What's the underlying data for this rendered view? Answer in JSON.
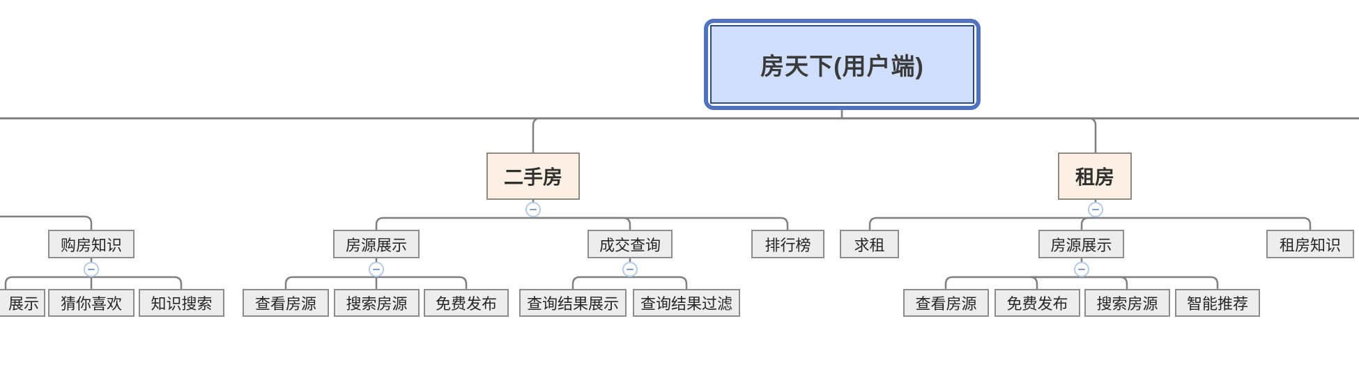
{
  "colors": {
    "root_fill": "#cfdefa",
    "root_border_outer": "#4f74bd",
    "root_border_inner": "#2d4b7c",
    "branch_fill": "#fdf1e6",
    "branch_border": "#8f8a7d",
    "node_fill": "#ededed",
    "node_border": "#8c8c8c",
    "connector_line": "#7f7f7f",
    "collapse_ring": "#b5c9e8",
    "collapse_glyph": "#7d9ecf"
  },
  "tree": {
    "root": "房天下(用户端)",
    "left_offscreen_branch": {
      "goufang_zhishi": "购房知识",
      "children": [
        "展示",
        "猜你喜欢",
        "知识搜索"
      ]
    },
    "ershoufang": {
      "label": "二手房",
      "fangyuan_zhanshi": {
        "label": "房源展示",
        "children": [
          "查看房源",
          "搜索房源",
          "免费发布"
        ]
      },
      "chengjiao_chaxun": {
        "label": "成交查询",
        "children": [
          "查询结果展示",
          "查询结果过滤"
        ]
      },
      "paihangbang": "排行榜"
    },
    "zufang": {
      "label": "租房",
      "qiuzu": "求租",
      "fangyuan_zhanshi": {
        "label": "房源展示",
        "children": [
          "查看房源",
          "免费发布",
          "搜索房源",
          "智能推荐"
        ]
      },
      "zufang_zhishi": "租房知识"
    }
  }
}
